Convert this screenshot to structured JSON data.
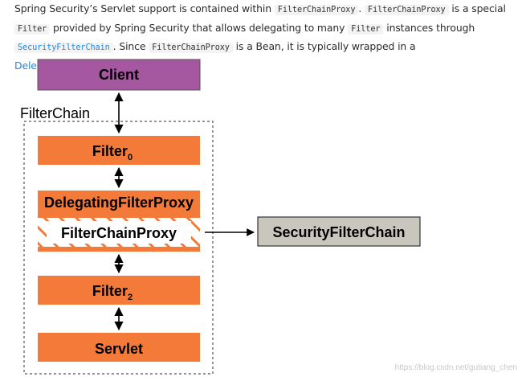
{
  "intro": {
    "t1": "Spring Security’s Servlet support is contained within ",
    "c1": "FilterChainProxy",
    "t2": ". ",
    "c2": "FilterChainProxy",
    "t3": " is a special ",
    "c3": "Filter",
    "t4": " provided by Spring Security that allows delegating to many ",
    "c4": "Filter",
    "t5": " instances through ",
    "c5": "SecurityFilterChain",
    "t6": ". Since ",
    "c6": "FilterChainProxy",
    "t7": " is a Bean, it is typically wrapped in a ",
    "link": "DelegatingFilterProxy",
    "t8": "."
  },
  "diagram": {
    "client": "Client",
    "chain_label": "FilterChain",
    "filter0": "Filter",
    "filter0_sub": "0",
    "delegating": "DelegatingFilterProxy",
    "proxy": "FilterChainProxy",
    "security_chain": "SecurityFilterChain",
    "filter2": "Filter",
    "filter2_sub": "2",
    "servlet": "Servlet"
  },
  "colors": {
    "client_fill": "#a5579f",
    "filter_fill": "#f47a3a",
    "security_fill": "#c8c6bd",
    "chain_border": "#555555"
  },
  "watermark": "https://blog.csdn.net/gutiang_chen"
}
